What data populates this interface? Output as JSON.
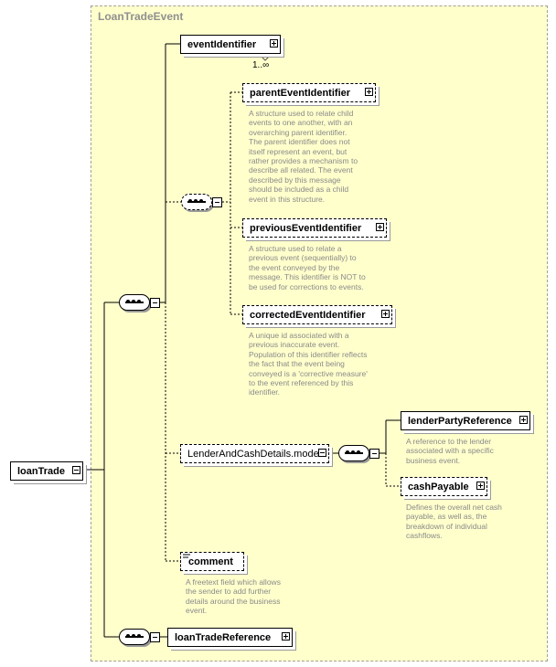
{
  "group": {
    "title": "LoanTradeEvent"
  },
  "root": {
    "label": "loanTrade"
  },
  "nodes": {
    "eventIdentifier": {
      "label": "eventIdentifier",
      "cardinality": "1..∞"
    },
    "parentEventIdentifier": {
      "label": "parentEventIdentifier",
      "description": "A structure used to relate child\nevents to one another, with an\noverarching parent identifier.\nThe parent identifier does not\nitself represent an event, but\nrather provides a mechanism to\ndescribe all related. The event\ndescribed by this message\nshould be included as a child\nevent in this structure."
    },
    "previousEventIdentifier": {
      "label": "previousEventIdentifier",
      "description": "A structure used to relate a\nprevious event (sequentially) to\nthe event conveyed by the\nmessage. This identifier is NOT to\nbe used for corrections to events."
    },
    "correctedEventIdentifier": {
      "label": "correctedEventIdentifier",
      "description": "A unique id associated with a\nprevious inaccurate event.\nPopulation of this identifier reflects\nthe fact that the event being\nconveyed is a 'corrective measure'\nto the event referenced by this\nidentifier."
    },
    "lenderAndCash": {
      "label": "LenderAndCashDetails.model"
    },
    "lenderPartyReference": {
      "label": "lenderPartyReference",
      "description": "A reference to the lender\nassociated with a specific\nbusiness event."
    },
    "cashPayable": {
      "label": "cashPayable",
      "description": "Defines the overall net cash\npayable, as well as, the\nbreakdown of individual\ncashflows."
    },
    "comment": {
      "label": "comment",
      "description": "A freetext field which allows\nthe sender to add further\ndetails around the business\nevent."
    },
    "loanTradeReference": {
      "label": "loanTradeReference"
    }
  }
}
